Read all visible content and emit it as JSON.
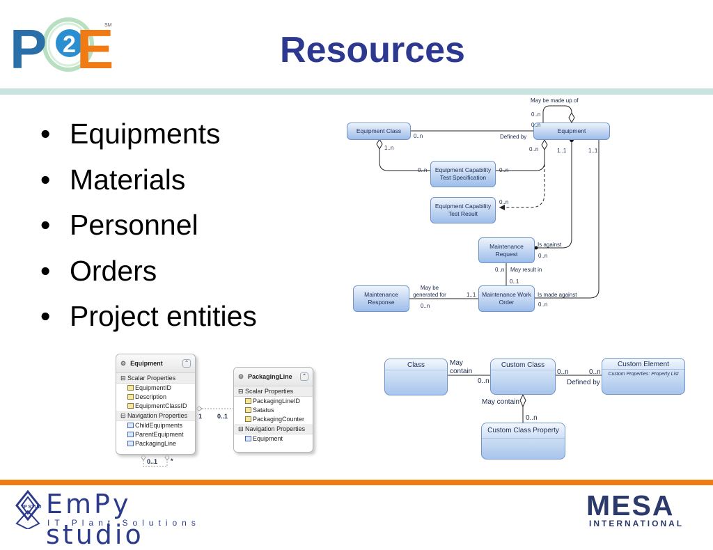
{
  "header": {
    "title": "Resources"
  },
  "logos": {
    "p2e": "P2E",
    "p2e_mark": "SM",
    "empy_name": "EmPy studio",
    "empy_tagline": "IT Plant Solutions",
    "empy_icon": "IP STUDIO",
    "mesa_name": "MESA",
    "mesa_sub": "INTERNATIONAL"
  },
  "bullet_char": "•",
  "bullets": [
    "Equipments",
    "Materials",
    "Personnel",
    "Orders",
    "Project entities"
  ],
  "diagram1": {
    "boxes": {
      "equipment_class": "Equipment Class",
      "equipment": "Equipment",
      "ects": "Equipment Capability Test Specification",
      "ectr": "Equipment Capability Test Result",
      "mreq": "Maintenance Request",
      "mresp": "Maintenance Response",
      "mwo": "Maintenance Work Order"
    },
    "labels": {
      "may_be_made_up_of": "May be made up of",
      "m_0n_a": "0..n",
      "m_0n_b": "0..n",
      "m_0n_c": "0..n",
      "m_0n_d": "0..n",
      "m_0n_e": "0..n",
      "m_0n_f": "0..n",
      "m_0n_g": "0..n",
      "m_0n_h": "0..n",
      "m_0n_i": "0..n",
      "m_0n_j": "0..n",
      "m_0n_k": "0..n",
      "m_1n": "1..n",
      "m_11_a": "1..1",
      "m_11_b": "1..1",
      "m_11_c": "1..1",
      "m_01": "0..1",
      "defined_by": "Defined by",
      "is_against": "Is against",
      "may_result_in": "May result in",
      "may_be_generated_for": "May be generated for",
      "is_made_against": "Is made against"
    }
  },
  "diagram2": {
    "class": "Class",
    "custom_class": "Custom Class",
    "custom_element": "Custom Element",
    "custom_element_sub": "Custom Properties: Property List",
    "custom_class_property": "Custom Class Property",
    "may_contain_a": "May contain",
    "may_contain_b": "May contain",
    "defined_by": "Defined by",
    "m_0n_a": "0..n",
    "m_0n_b": "0..n",
    "m_0n_c": "0..n",
    "m_0n_d": "0..n"
  },
  "entity_model": {
    "equipment": {
      "title": "Equipment",
      "scalar_header": "Scalar Properties",
      "scalar": [
        "EquipmentID",
        "Description",
        "EquipmentClassID"
      ],
      "nav_header": "Navigation Properties",
      "nav": [
        "ChildEquipments",
        "ParentEquipment",
        "PackagingLine"
      ]
    },
    "packaging_line": {
      "title": "PackagingLine",
      "scalar_header": "Scalar Properties",
      "scalar": [
        "PackagingLineID",
        "Satatus",
        "PackagingCounter"
      ],
      "nav_header": "Navigation Properties",
      "nav": [
        "Equipment"
      ]
    },
    "mult_1": "1",
    "mult_01_a": "0..1",
    "mult_01_b": "0..1",
    "mult_star": "*"
  },
  "colors": {
    "title": "#2d3990",
    "accent_orange": "#f07a14",
    "rule_teal": "#c9e3e0",
    "p2e_blue": "#2a6fa8"
  }
}
